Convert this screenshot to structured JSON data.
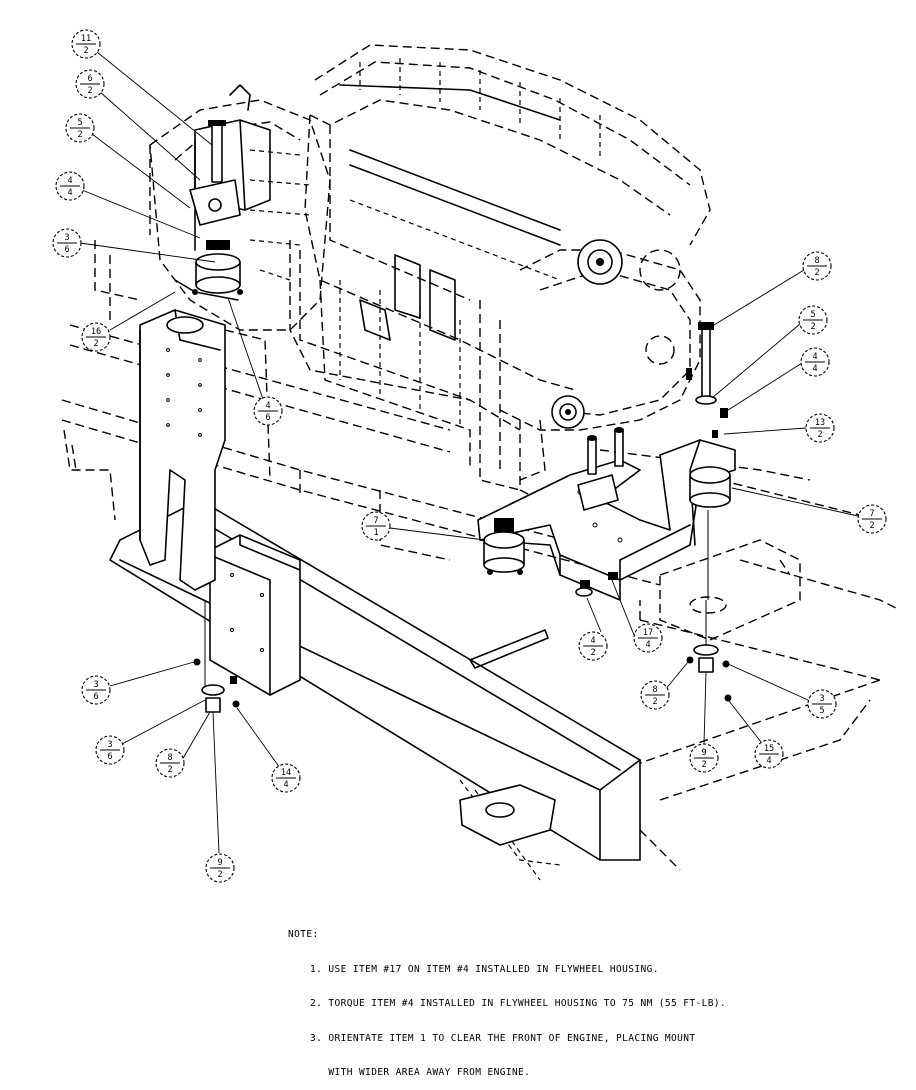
{
  "callouts": [
    {
      "top": "11",
      "bottom": "2"
    },
    {
      "top": "6",
      "bottom": "2"
    },
    {
      "top": "5",
      "bottom": "2"
    },
    {
      "top": "4",
      "bottom": "4"
    },
    {
      "top": "3",
      "bottom": "6"
    },
    {
      "top": "16",
      "bottom": "2"
    },
    {
      "top": "4",
      "bottom": "6"
    },
    {
      "top": "8",
      "bottom": "2"
    },
    {
      "top": "5",
      "bottom": "2"
    },
    {
      "top": "4",
      "bottom": "4"
    },
    {
      "top": "13",
      "bottom": "2"
    },
    {
      "top": "7",
      "bottom": "1"
    },
    {
      "top": "7",
      "bottom": "2"
    },
    {
      "top": "4",
      "bottom": "2"
    },
    {
      "top": "17",
      "bottom": "4"
    },
    {
      "top": "3",
      "bottom": "6"
    },
    {
      "top": "8",
      "bottom": "2"
    },
    {
      "top": "3",
      "bottom": "5"
    },
    {
      "top": "9",
      "bottom": "2"
    },
    {
      "top": "15",
      "bottom": "4"
    },
    {
      "top": "3",
      "bottom": "6"
    },
    {
      "top": "8",
      "bottom": "2"
    },
    {
      "top": "14",
      "bottom": "4"
    },
    {
      "top": "9",
      "bottom": "2"
    }
  ],
  "notes": {
    "heading": "NOTE:",
    "lines": [
      "1. USE ITEM #17 ON ITEM #4 INSTALLED IN FLYWHEEL HOUSING.",
      "2. TORQUE ITEM #4 INSTALLED IN FLYWHEEL HOUSING TO 75 NM (55 FT-LB).",
      "3. ORIENTATE ITEM 1 TO CLEAR THE FRONT OF ENGINE, PLACING MOUNT",
      "   WITH WIDER AREA AWAY FROM ENGINE."
    ]
  }
}
